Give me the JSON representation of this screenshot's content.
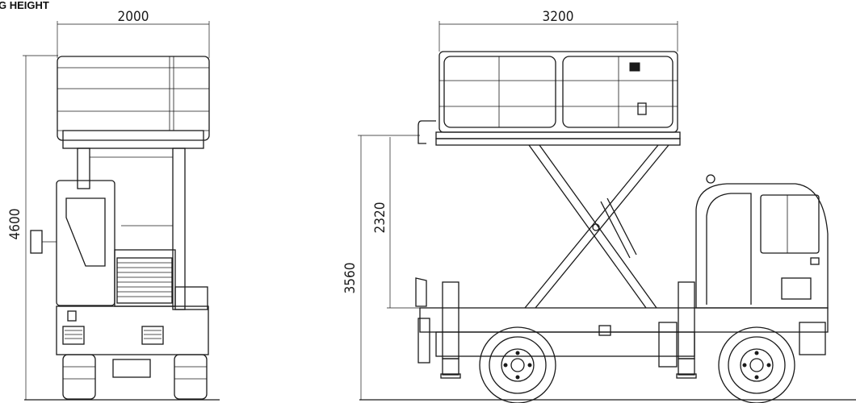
{
  "heading": "G HEIGHT",
  "front_view": {
    "width_label": "2000",
    "height_label": "4600"
  },
  "side_view": {
    "length_label": "3200",
    "lift_label": "2320",
    "height_label": "3560"
  }
}
